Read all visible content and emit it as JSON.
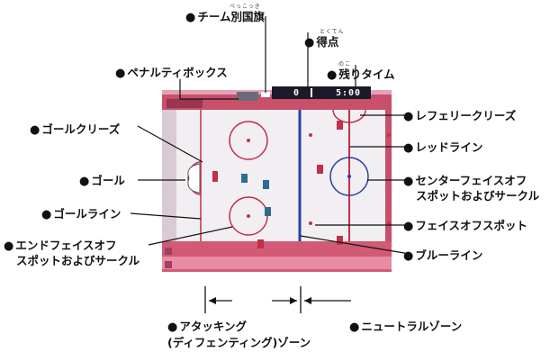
{
  "labels": {
    "team_flag": "チーム別国旗",
    "team_flag_ruby": "べっこっき",
    "score": "得点",
    "score_ruby": "とくてん",
    "penalty_box": "ペナルティボックス",
    "time_left": "残りタイム",
    "time_left_ruby": "のこ",
    "goal_crease": "ゴールクリーズ",
    "referee_crease": "レフェリークリーズ",
    "red_line": "レッドライン",
    "goal": "ゴール",
    "center_faceoff_1": "センターフェイスオフ",
    "center_faceoff_2": "スポットおよびサークル",
    "goal_line": "ゴールライン",
    "faceoff_spot": "フェイスオフスポット",
    "end_faceoff_1": "エンドフェイスオフ",
    "end_faceoff_2": "スポットおよびサークル",
    "blue_line": "ブルーライン",
    "attacking_zone_1": "アタッキング",
    "attacking_zone_2": "(ディフェンティング)ゾーン",
    "neutral_zone": "ニュートラルゾーン"
  },
  "hud": {
    "score_value": "0",
    "time_value": "5:00"
  },
  "colors": {
    "ice": "#f2eff2",
    "crowd": "#c8506a",
    "rink_line": "#c03048",
    "hud_bg": "#1a1a2a"
  }
}
